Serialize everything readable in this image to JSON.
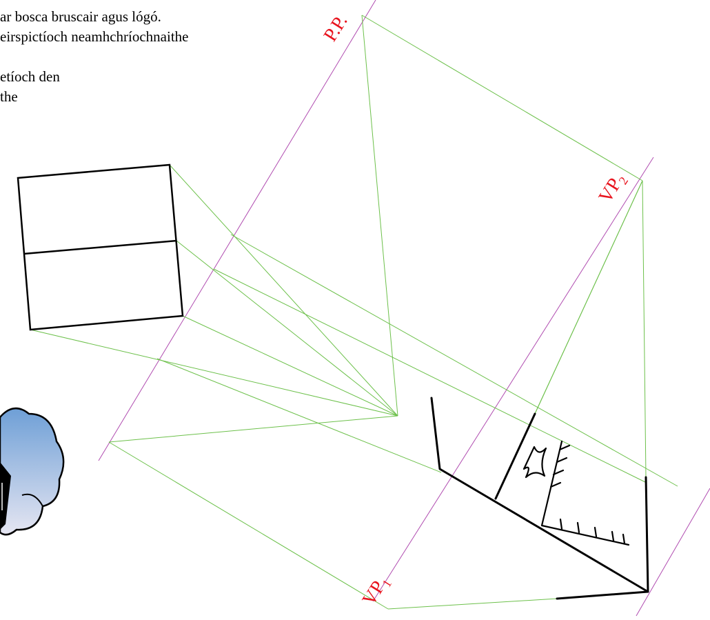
{
  "caption": {
    "lines": [
      "ar bosca bruscair agus lógó.",
      "eirspictíoch neamhchríochnaithe",
      "",
      "etíoch den",
      "the"
    ]
  },
  "labels": {
    "picture_plane": "P.P.",
    "vp2_main": "VP",
    "vp2_sub": "2",
    "vp1_main": "VP",
    "vp1_sub": "1"
  },
  "colors": {
    "construction_line": "#6cc04a",
    "picture_plane_line": "#b04cb0",
    "label": "#e8141e",
    "outline": "#000000",
    "cloud_top": "#6e9fd6",
    "cloud_bottom": "#e6e6f2"
  }
}
